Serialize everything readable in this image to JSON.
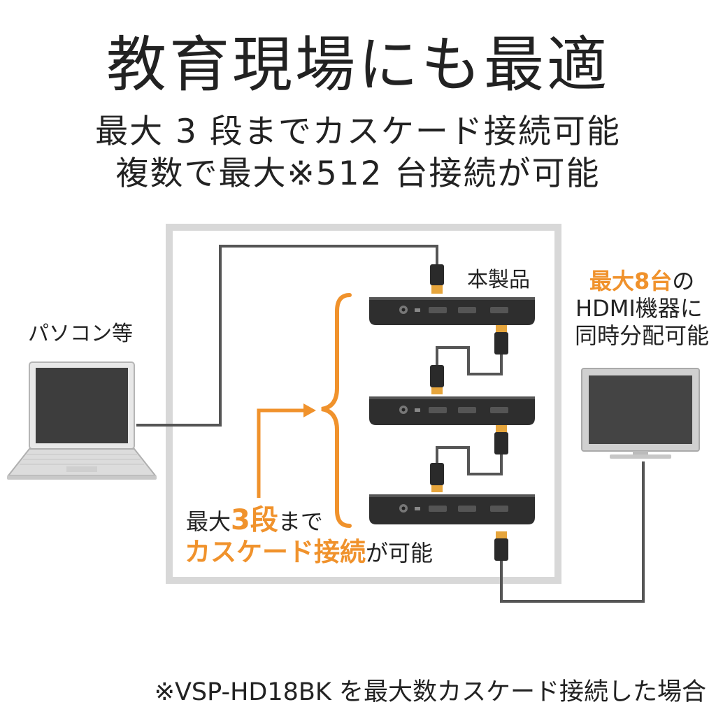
{
  "headline": "教育現場にも最適",
  "subline_1": "最大 3 段までカスケード接続可能",
  "subline_2": "複数で最大※512 台接続が可能",
  "labels": {
    "pc": "パソコン等",
    "product": "本製品",
    "hdmi_part1": "最大",
    "hdmi_part2": "8台",
    "hdmi_part3": "の",
    "hdmi_line2": "HDMI機器に",
    "hdmi_line3": "同時分配可能",
    "cascade_part1": "最大",
    "cascade_part2": "3段",
    "cascade_part3": "まで",
    "cascade_line2a": "カスケード接続",
    "cascade_line2b": "が可能"
  },
  "footnote": "※VSP-HD18BK を最大数カスケード接続した場合",
  "colors": {
    "accent": "#f0922c",
    "cable": "#555555",
    "frame": "#d8d8d8",
    "device": "#2e2e2e"
  },
  "icons": [
    "laptop-icon",
    "monitor-icon",
    "splitter-device-icon",
    "hdmi-plug-icon",
    "curly-brace-icon",
    "arrow-icon"
  ]
}
